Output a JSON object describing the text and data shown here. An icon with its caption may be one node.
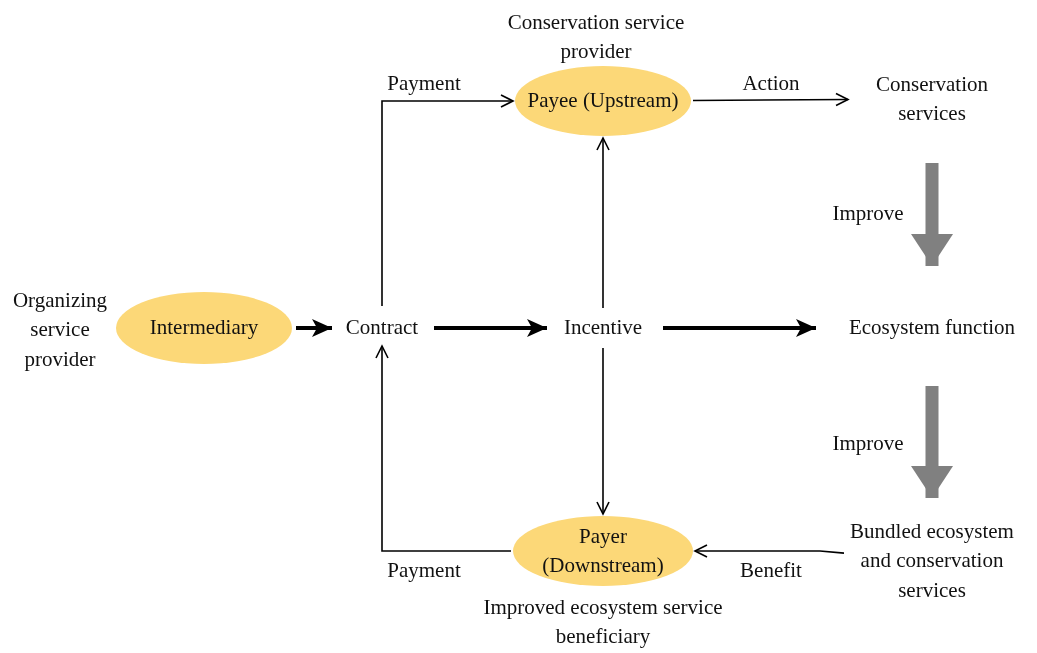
{
  "diagram": {
    "nodes": [
      {
        "text": [
          "Intermediary"
        ],
        "beside": [
          "Organizing service provider"
        ]
      },
      {
        "text": [
          "Contract"
        ]
      },
      {
        "text": [
          "Incentive"
        ]
      },
      {
        "text": [
          "Payee (Upstream)"
        ],
        "beside": [
          "Conservation service provider"
        ]
      },
      {
        "text": [
          "Payer (Downstream)"
        ],
        "beside": [
          "Improved ecosystem service beneficiary"
        ]
      },
      {
        "text": [
          "Conservation services"
        ]
      },
      {
        "text": [
          "Ecosystem function"
        ]
      },
      {
        "text": [
          "Bundled ecosystem and conservation services"
        ]
      }
    ],
    "edges": [
      {
        "from": 0,
        "to": 1,
        "arrow": "to",
        "style": "thick"
      },
      {
        "from": 1,
        "to": 2,
        "arrow": "to",
        "style": "thick"
      },
      {
        "from": 1,
        "to": 3,
        "arrow": "to",
        "label": "Payment"
      },
      {
        "from": 2,
        "to": 3,
        "arrow": "to"
      },
      {
        "from": 2,
        "to": 4,
        "arrow": "to"
      },
      {
        "from": 2,
        "to": 6,
        "arrow": "to",
        "style": "thick"
      },
      {
        "from": 4,
        "to": 1,
        "arrow": "to",
        "label": "Payment"
      },
      {
        "from": 3,
        "to": 5,
        "arrow": "to",
        "label": "Action"
      },
      {
        "from": 7,
        "to": 4,
        "arrow": "to",
        "label": "Benefit"
      },
      {
        "from": 5,
        "to": 6,
        "arrow": "to",
        "label": "Improve",
        "style": "thick",
        "color": "#808080"
      },
      {
        "from": 6,
        "to": 7,
        "arrow": "to",
        "label": "Improve",
        "style": "thick",
        "color": "#808080"
      }
    ]
  }
}
